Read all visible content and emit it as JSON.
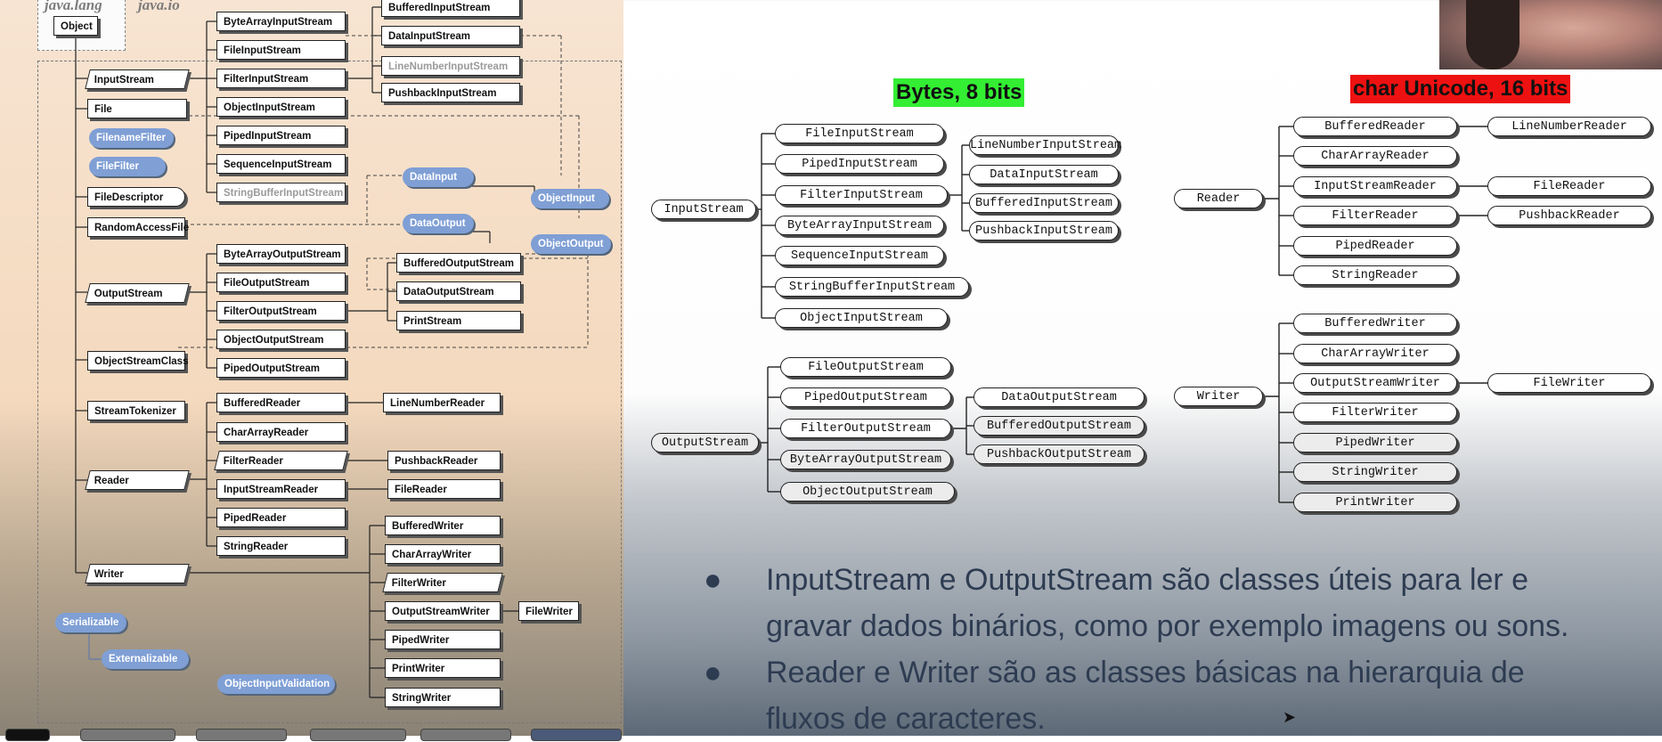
{
  "left_diagram": {
    "packages": [
      "java.lang",
      "java.io"
    ],
    "object": "Object",
    "classes": {
      "input_stream": "InputStream",
      "file": "File",
      "file_descriptor": "FileDescriptor",
      "random_access_file": "RandomAccessFile",
      "output_stream": "OutputStream",
      "object_stream_class": "ObjectStreamClass",
      "stream_tokenizer": "StreamTokenizer",
      "reader": "Reader",
      "writer": "Writer"
    },
    "input_subclasses": [
      "ByteArrayInputStream",
      "FileInputStream",
      "FilterInputStream",
      "ObjectInputStream",
      "PipedInputStream",
      "SequenceInputStream",
      "StringBufferInputStream"
    ],
    "filter_input_subclasses": [
      "BufferedInputStream",
      "DataInputStream",
      "LineNumberInputStream",
      "PushbackInputStream"
    ],
    "output_subclasses": [
      "ByteArrayOutputStream",
      "FileOutputStream",
      "FilterOutputStream",
      "ObjectOutputStream",
      "PipedOutputStream"
    ],
    "filter_output_subclasses": [
      "BufferedOutputStream",
      "DataOutputStream",
      "PrintStream"
    ],
    "reader_subclasses": [
      "BufferedReader",
      "CharArrayReader",
      "FilterReader",
      "InputStreamReader",
      "PipedReader",
      "StringReader"
    ],
    "reader_sub_subclasses": [
      "LineNumberReader",
      "PushbackReader",
      "FileReader"
    ],
    "writer_subclasses": [
      "BufferedWriter",
      "CharArrayWriter",
      "FilterWriter",
      "OutputStreamWriter",
      "PipedWriter",
      "PrintWriter",
      "StringWriter"
    ],
    "writer_sub_subclasses": [
      "FileWriter"
    ],
    "interfaces": {
      "filename_filter": "FilenameFilter",
      "file_filter": "FileFilter",
      "data_input": "DataInput",
      "object_input": "ObjectInput",
      "data_output": "DataOutput",
      "object_output": "ObjectOutput",
      "serializable": "Serializable",
      "externalizable": "Externalizable",
      "object_input_validation": "ObjectInputValidation"
    },
    "colors": {
      "interface": "#7f9fd5",
      "panel": "#f4d9bd"
    }
  },
  "right_diagram": {
    "bytes_title": "Bytes, 8 bits",
    "chars_title": "char Unicode, 16 bits",
    "title_colors": {
      "bytes": "#33ee33",
      "chars": "#ee1111"
    },
    "input_root": "InputStream",
    "input_children": [
      "FileInputStream",
      "PipedInputStream",
      "FilterInputStream",
      "ByteArrayInputStream",
      "SequenceInputStream",
      "StringBufferInputStream",
      "ObjectInputStream"
    ],
    "filter_input_children": [
      "LineNumberInputStream",
      "DataInputStream",
      "BufferedInputStream",
      "PushbackInputStream"
    ],
    "output_root": "OutputStream",
    "output_children": [
      "FileOutputStream",
      "PipedOutputStream",
      "FilterOutputStream",
      "ByteArrayOutputStream",
      "ObjectOutputStream"
    ],
    "filter_output_children": [
      "DataOutputStream",
      "BufferedOutputStream",
      "PushbackOutputStream"
    ],
    "reader_root": "Reader",
    "reader_children": [
      "BufferedReader",
      "CharArrayReader",
      "InputStreamReader",
      "FilterReader",
      "PipedReader",
      "StringReader"
    ],
    "reader_grandchildren": {
      "buffered": "LineNumberReader",
      "input_stream": "FileReader",
      "filter": "PushbackReader"
    },
    "writer_root": "Writer",
    "writer_children": [
      "BufferedWriter",
      "CharArrayWriter",
      "OutputStreamWriter",
      "FilterWriter",
      "PipedWriter",
      "StringWriter",
      "PrintWriter"
    ],
    "writer_grandchildren": {
      "output_stream": "FileWriter"
    }
  },
  "bullets": [
    {
      "marker": "●",
      "line1": "InputStream e OutputStream são classes úteis para ler e",
      "line2": "gravar dados binários, como por exemplo imagens ou sons."
    },
    {
      "marker": "●",
      "line1": "Reader e Writer são as classes básicas na hierarquia de",
      "line2": "fluxos de caracteres."
    }
  ]
}
